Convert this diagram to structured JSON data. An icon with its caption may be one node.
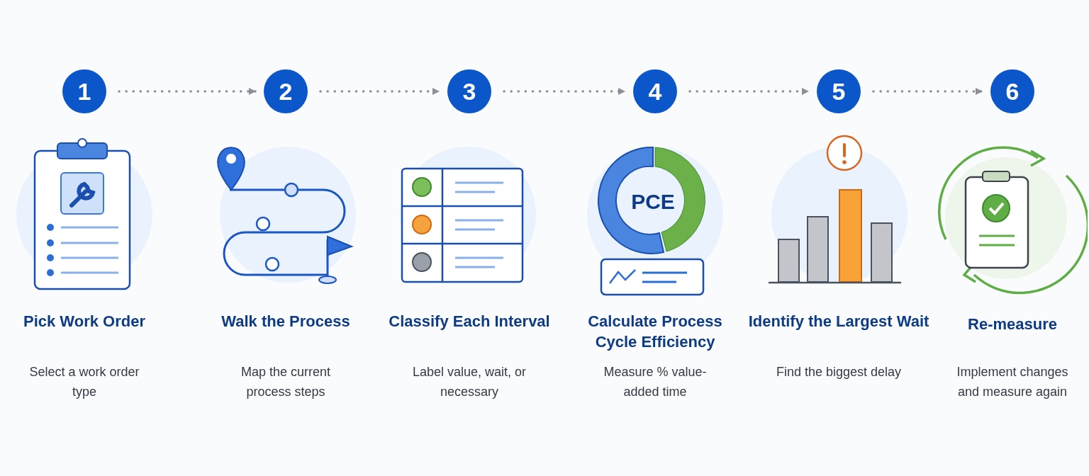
{
  "diagram": {
    "nodes": [
      {
        "text": [
          "1"
        ]
      },
      {
        "text": [
          "2"
        ]
      },
      {
        "text": [
          "3"
        ]
      },
      {
        "text": [
          "4"
        ]
      },
      {
        "text": [
          "5"
        ]
      },
      {
        "text": [
          "6"
        ]
      }
    ],
    "edges": [
      {
        "from": 0,
        "to": 1,
        "arrow": "to",
        "style": "dashed"
      },
      {
        "from": 1,
        "to": 2,
        "arrow": "to",
        "style": "dashed"
      },
      {
        "from": 2,
        "to": 3,
        "arrow": "to",
        "style": "dashed"
      },
      {
        "from": 3,
        "to": 4,
        "arrow": "to",
        "style": "dashed"
      },
      {
        "from": 4,
        "to": 5,
        "arrow": "to",
        "style": "dashed"
      }
    ],
    "labels": [
      "PCE",
      "Pick Work Order",
      "Walk the Process",
      "Classify Each Interval",
      "Calculate Process Cycle Efficiency",
      "Identify the Largest Wait",
      "Re-measure",
      "Select a work order type",
      "Map the current process steps",
      "Label value, wait, or necessary",
      "Measure % value-added time",
      "Find the biggest delay",
      "Implement changes and measure again"
    ]
  }
}
